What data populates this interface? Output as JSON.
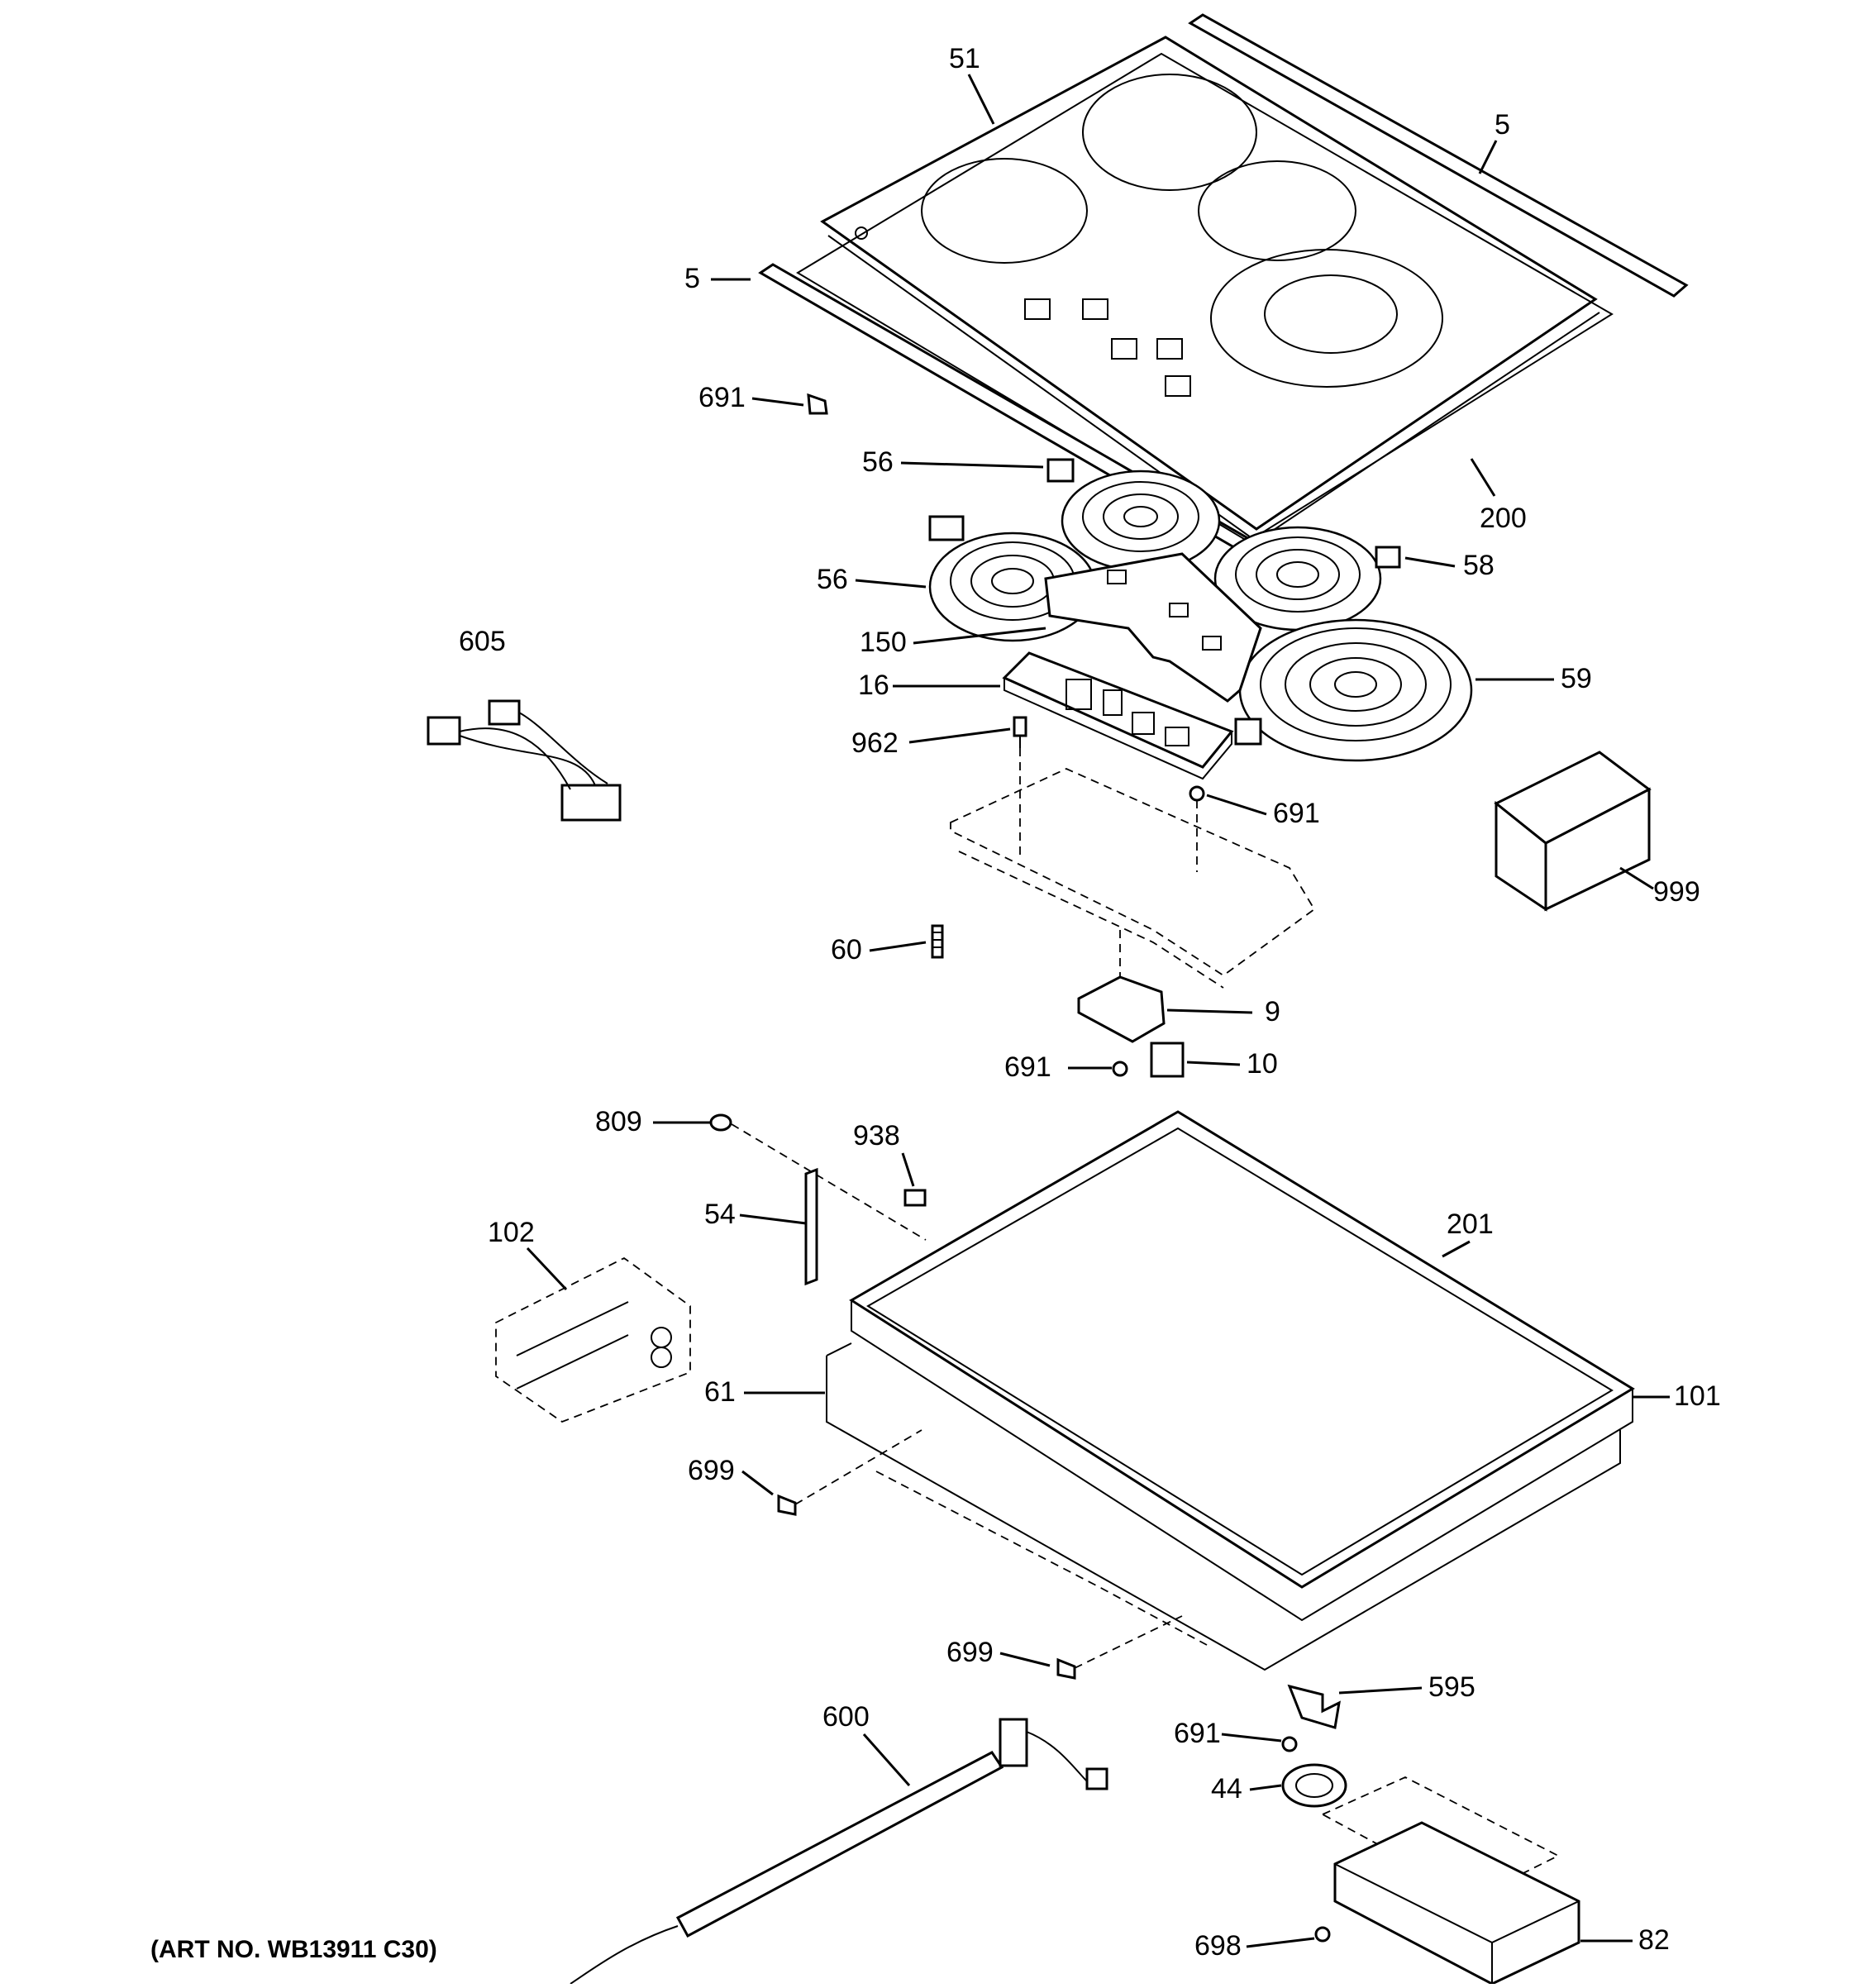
{
  "labels": {
    "l51": "51",
    "l5a": "5",
    "l5b": "5",
    "l691a": "691",
    "l200": "200",
    "l56a": "56",
    "l58": "58",
    "l56b": "56",
    "l150": "150",
    "l59": "59",
    "l605": "605",
    "l16": "16",
    "l962": "962",
    "l691b": "691",
    "l999": "999",
    "l60": "60",
    "l9": "9",
    "l691c": "691",
    "l10": "10",
    "l809": "809",
    "l938": "938",
    "l201": "201",
    "l54": "54",
    "l102": "102",
    "l61": "61",
    "l101": "101",
    "l699a": "699",
    "l699b": "699",
    "l595": "595",
    "l600": "600",
    "l691d": "691",
    "l44": "44",
    "l698": "698",
    "l82": "82"
  },
  "art_number": "(ART NO. WB13911 C30)"
}
